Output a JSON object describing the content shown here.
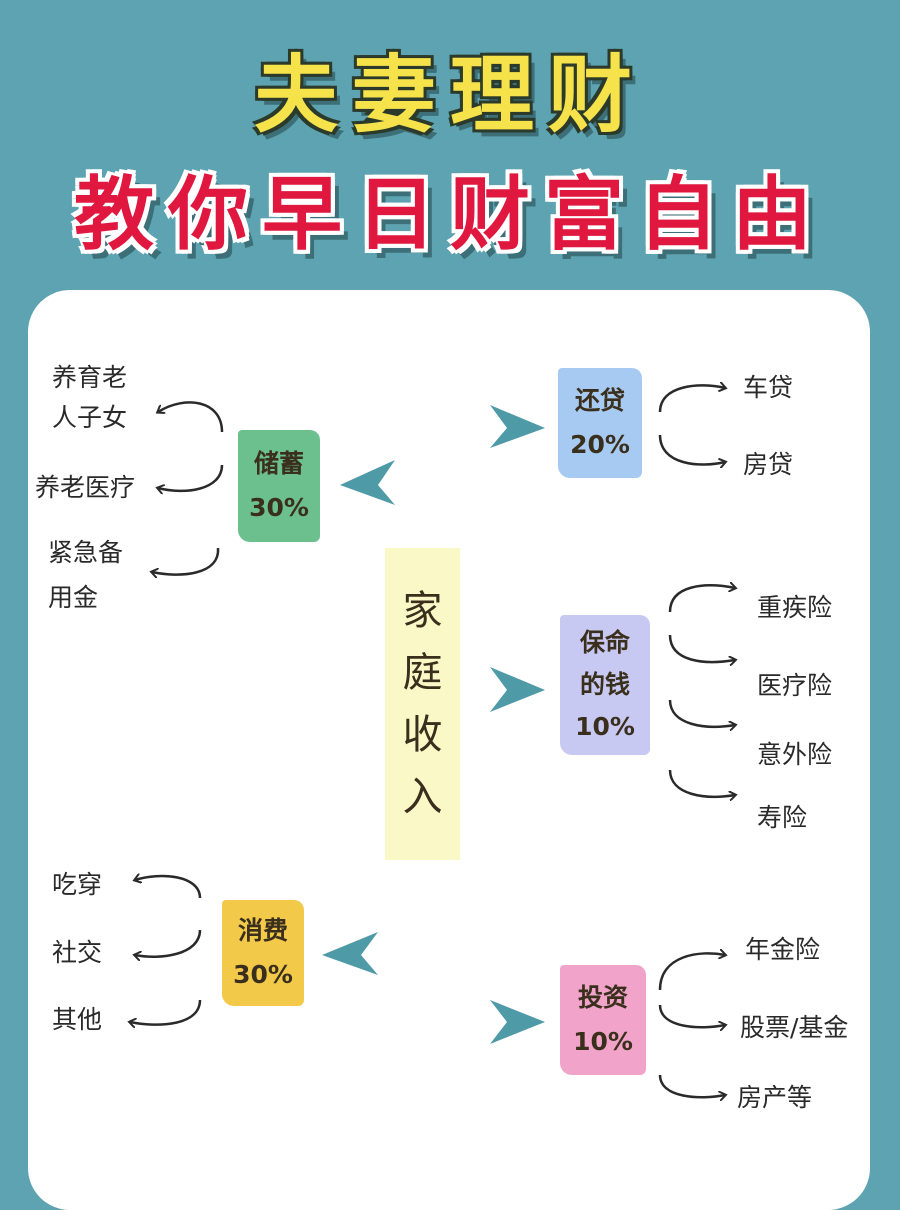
{
  "title": {
    "line1": "夫妻理财",
    "line2": "教你早日财富自由"
  },
  "center": {
    "chars": [
      "家",
      "庭",
      "收",
      "入"
    ]
  },
  "colors": {
    "background": "#5ea3b1",
    "arrow": "#4e9aa6",
    "savings": "#6cc08e",
    "loan": "#a6caf2",
    "insurance": "#c8c9f3",
    "consumption": "#f3c94a",
    "invest": "#f1a3c9",
    "center": "#fbf8c8"
  },
  "nodes": {
    "savings": {
      "label": "储蓄",
      "pct": "30%",
      "items": [
        "养育老",
        "人子女",
        "养老医疗",
        "紧急备",
        "用金"
      ]
    },
    "loan": {
      "label": "还贷",
      "pct": "20%",
      "items": [
        "车贷",
        "房贷"
      ]
    },
    "insurance": {
      "label1": "保命",
      "label2": "的钱",
      "pct": "10%",
      "items": [
        "重疾险",
        "医疗险",
        "意外险",
        "寿险"
      ]
    },
    "consumption": {
      "label": "消费",
      "pct": "30%",
      "items": [
        "吃穿",
        "社交",
        "其他"
      ]
    },
    "invest": {
      "label": "投资",
      "pct": "10%",
      "items": [
        "年金险",
        "股票/基金",
        "房产等"
      ]
    }
  }
}
